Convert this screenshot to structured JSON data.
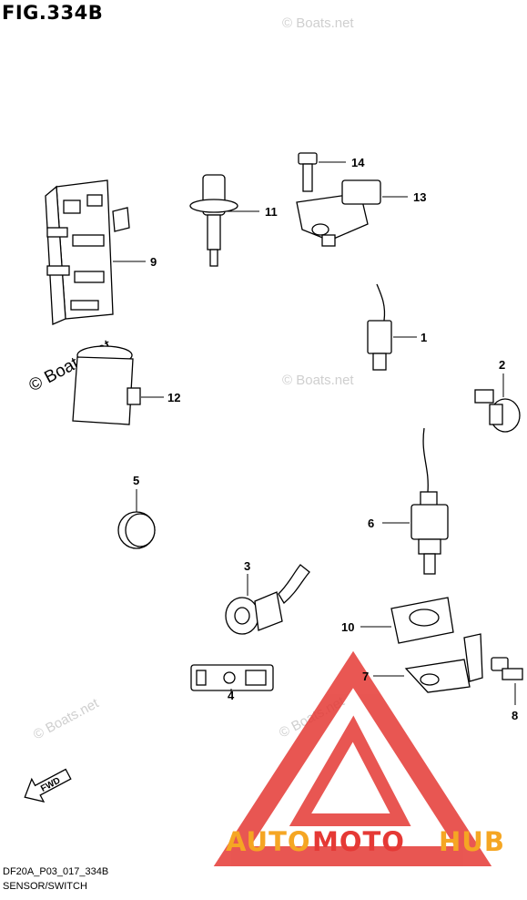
{
  "figure": {
    "title": "FIG.334B",
    "code": "DF20A_P03_017_334B",
    "name": "SENSOR/SWITCH"
  },
  "watermarks": {
    "copyright": "© Boats.net"
  },
  "fwd_label": "FWD",
  "brand": {
    "part1": "AUTO",
    "part2": "MOTO",
    "part3": "HUB",
    "colors": {
      "auto": "#f5a623",
      "moto": "#e53935",
      "hub": "#f5a623",
      "triangle": "#e53935"
    }
  },
  "callouts": [
    "1",
    "2",
    "3",
    "4",
    "5",
    "6",
    "7",
    "8",
    "9",
    "10",
    "11",
    "12",
    "13",
    "14"
  ]
}
